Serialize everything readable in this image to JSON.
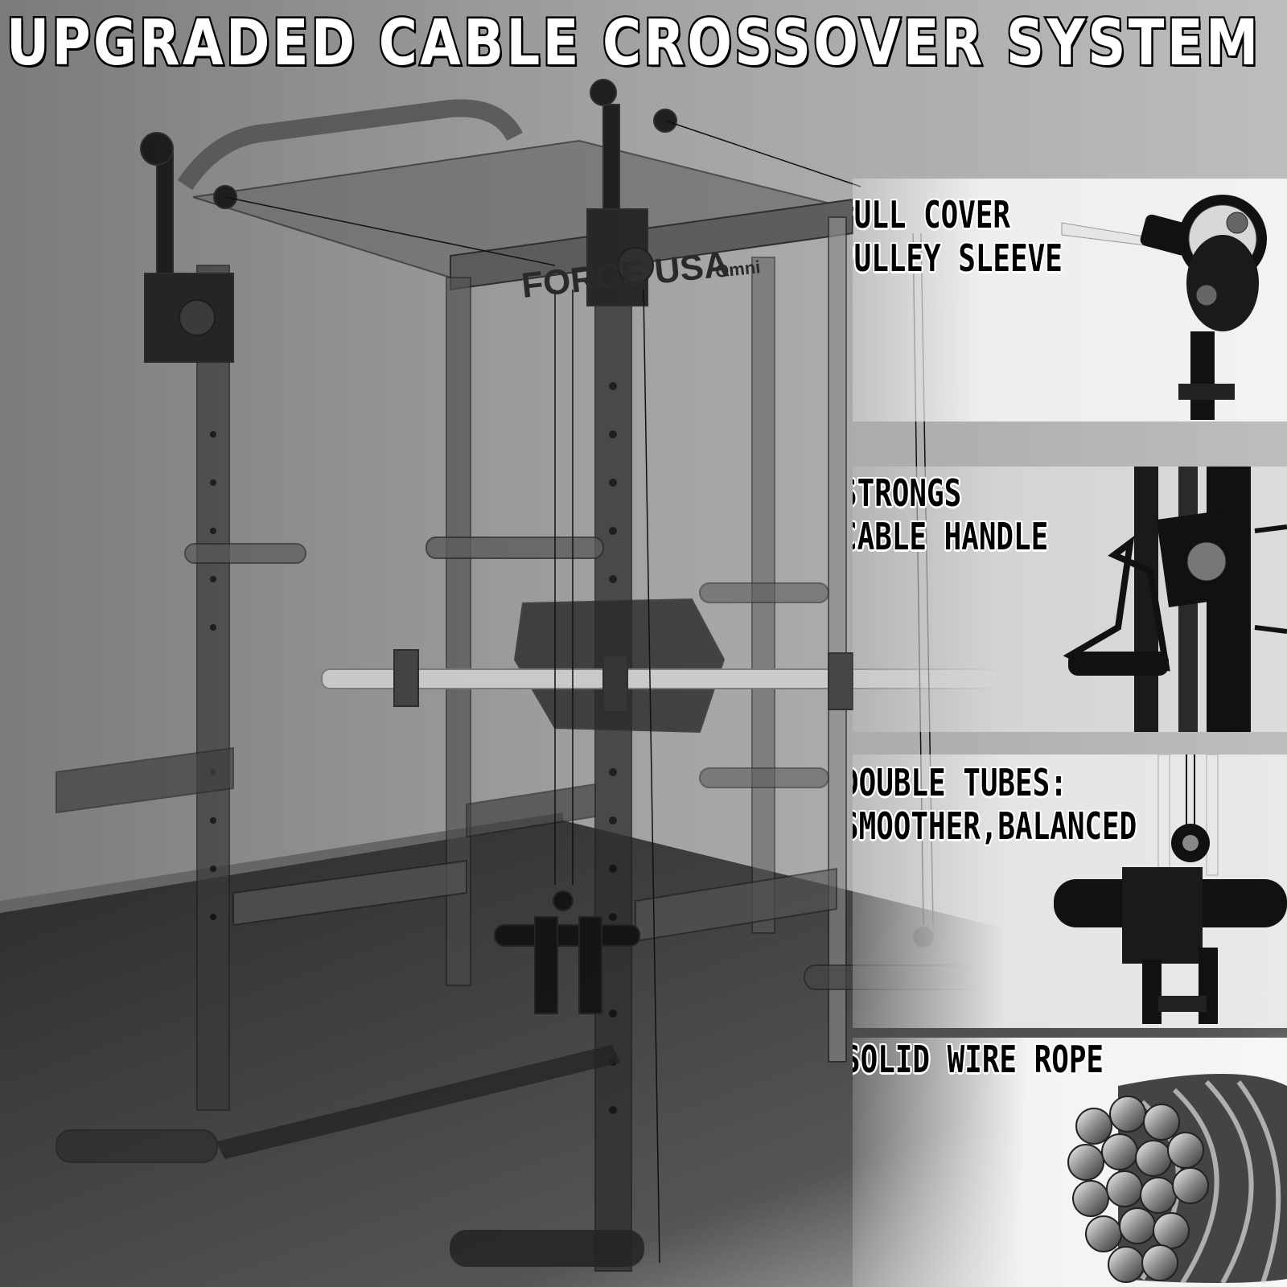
{
  "title": "UPGRADED CABLE CROSSOVER SYSTEM",
  "brand": {
    "logo_text": "FORCE USA",
    "model_text": "Omni"
  },
  "features": [
    {
      "line1": "FULL COVER",
      "line2": "PULLEY SLEEVE",
      "icon": "pulley-icon"
    },
    {
      "line1": "STRONGS",
      "line2": "CABLE HANDLE",
      "icon": "cable-handle-icon"
    },
    {
      "line1": "DOUBLE TUBES:",
      "line2": "SMOOTHER,BALANCED",
      "icon": "double-tube-icon"
    },
    {
      "line1": "SOLID WIRE ROPE",
      "line2": "",
      "icon": "wire-rope-icon"
    }
  ]
}
